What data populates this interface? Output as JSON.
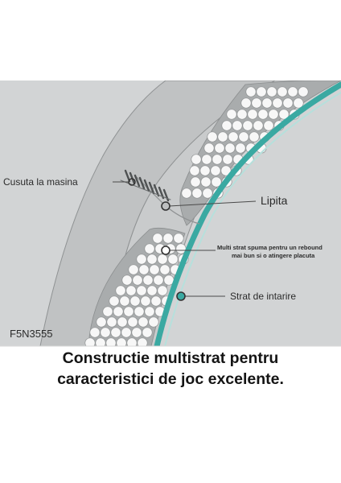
{
  "labels": {
    "machine_stitch": "Cusuta la masina",
    "glued": "Lipita",
    "foam_line1": "Multi strat spuma pentru un rebound",
    "foam_line2": "mai bun si o atingere placuta",
    "reinforcement": "Strat de intarire",
    "code": "F5N3555"
  },
  "caption": {
    "line1": "Constructie multistrat pentru",
    "line2": "caracteristici de joc excelente."
  },
  "colors": {
    "background": "#d2d4d5",
    "outer_panel": "#c0c2c3",
    "inner_panel": "#c9cbcc",
    "foam": "#a9acad",
    "bead": "#f7f7f7",
    "teal_layer": "#3aa9a2"
  }
}
